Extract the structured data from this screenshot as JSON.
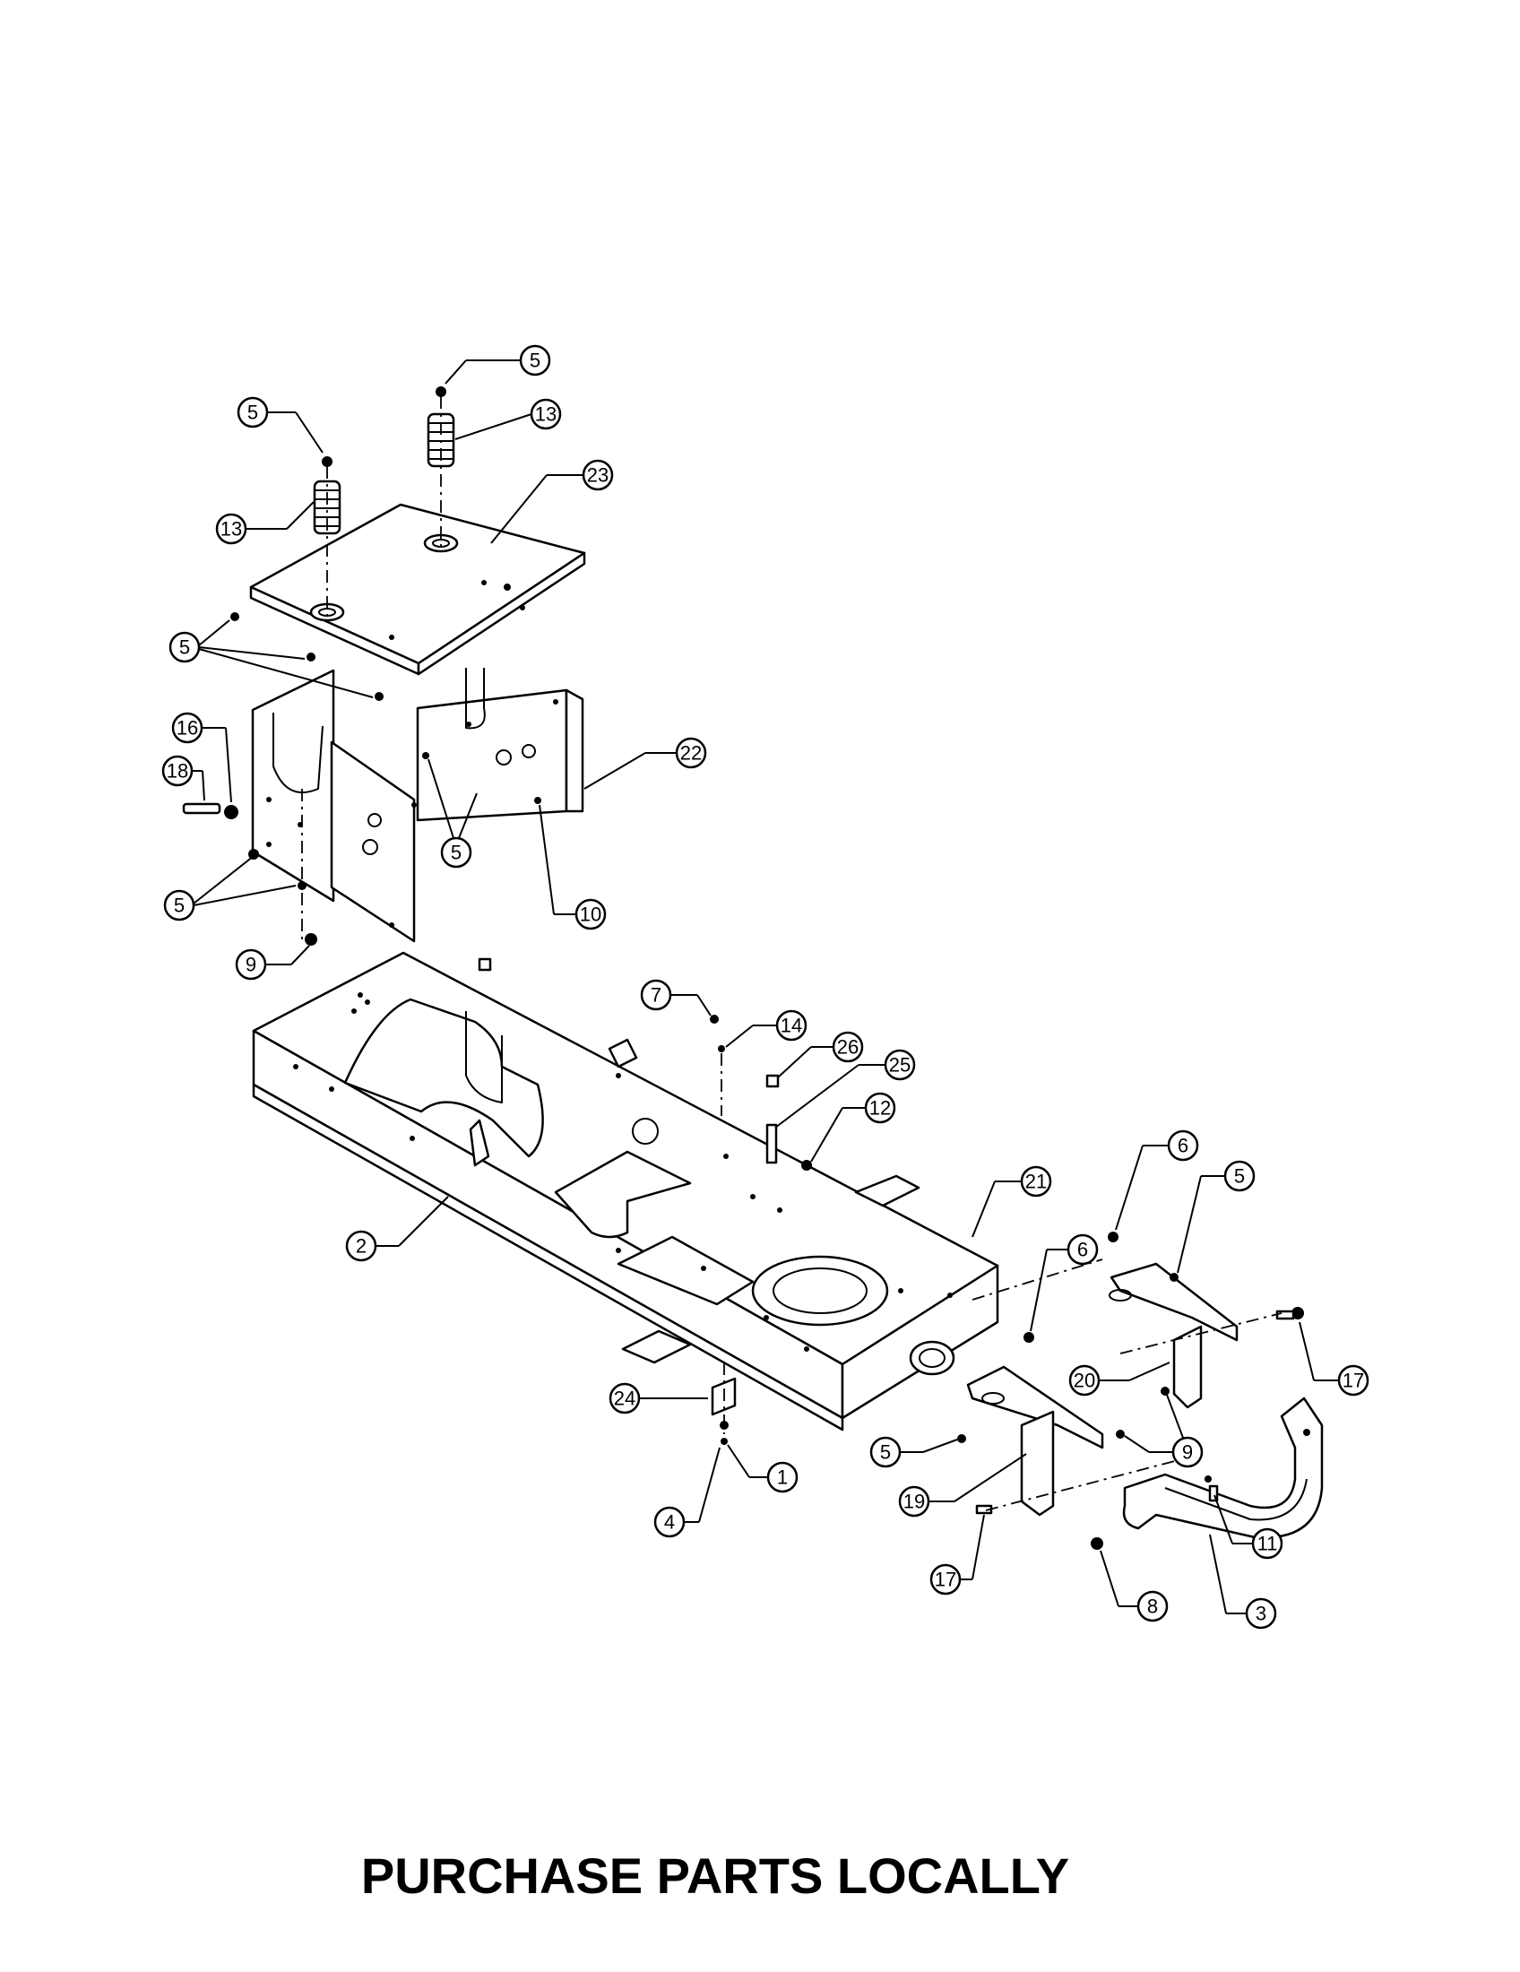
{
  "footer": {
    "text": "PURCHASE PARTS LOCALLY"
  },
  "callouts": {
    "c5_seat_top": "5",
    "c13_right": "13",
    "c5_left_top": "5",
    "c13_left": "13",
    "c23": "23",
    "c5_bracket_bolts": "5",
    "c16": "16",
    "c18": "18",
    "c22": "22",
    "c5_panel_center": "5",
    "c5_lower_left": "5",
    "c10": "10",
    "c9_left": "9",
    "c7": "7",
    "c14": "14",
    "c26": "26",
    "c25": "25",
    "c12": "12",
    "c21": "21",
    "c2": "2",
    "c6_upper": "6",
    "c5_right": "5",
    "c6_lower": "6",
    "c20": "20",
    "c17_right": "17",
    "c24": "24",
    "c1": "1",
    "c4": "4",
    "c5_lower_center": "5",
    "c9_right": "9",
    "c19": "19",
    "c11": "11",
    "c17_bottom": "17",
    "c8": "8",
    "c3": "3"
  }
}
